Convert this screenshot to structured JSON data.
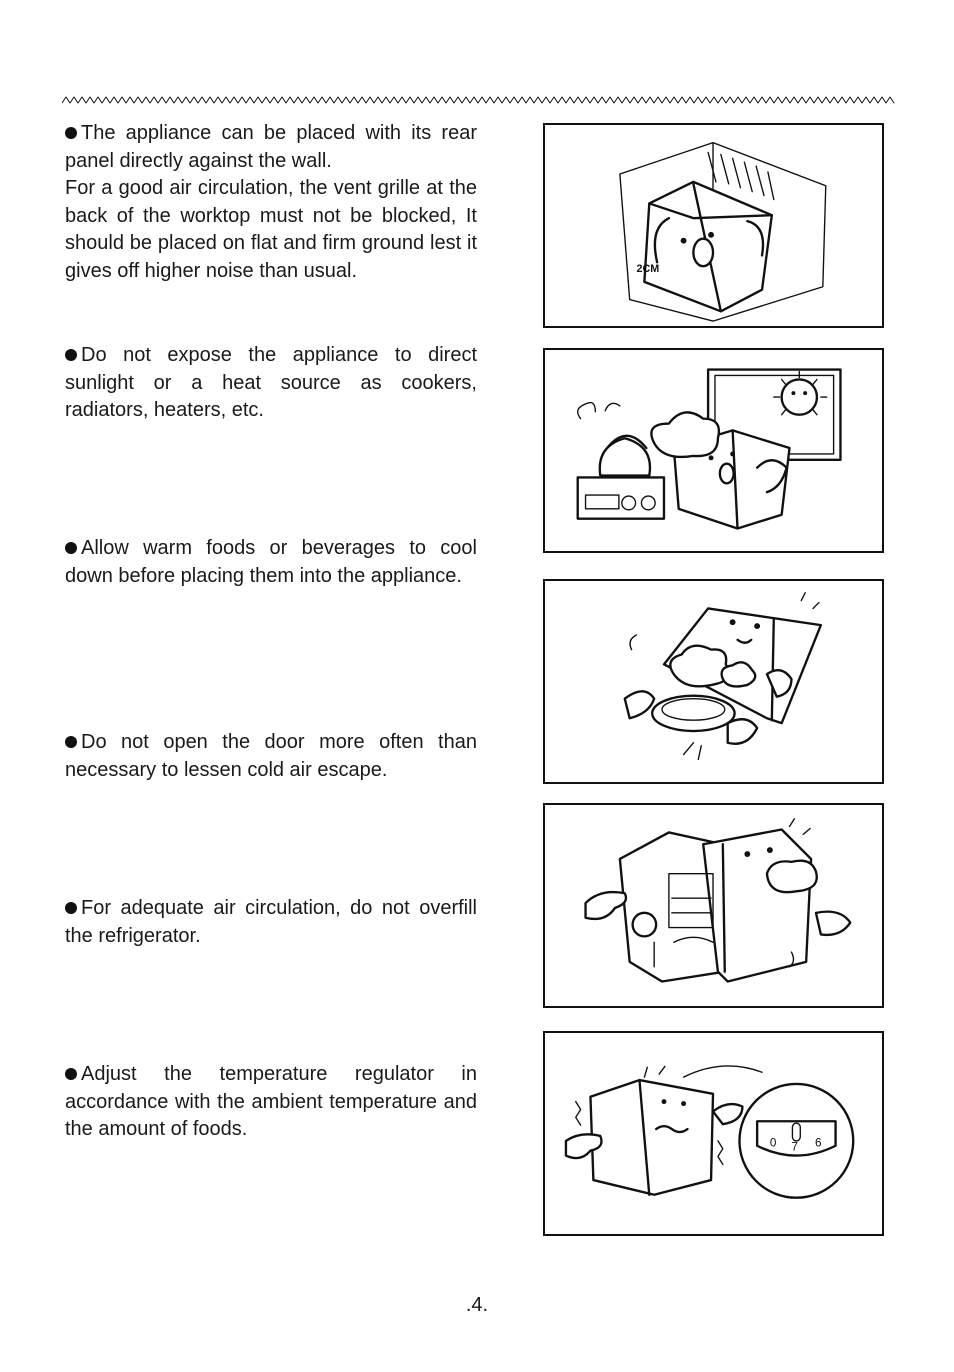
{
  "instructions": [
    {
      "lines": [
        "The appliance can be placed with its rear panel directly against the wall."
      ],
      "extra": "For a good air circulation, the vent grille at the back of the worktop must not be blocked, It should be placed on flat and firm ground lest it gives off higher noise than usual."
    },
    {
      "lines": [
        "Do not expose the appliance to direct sunlight or a heat source as cookers, radiators, heaters, etc."
      ]
    },
    {
      "lines": [
        "Allow warm foods or beverages to cool down before placing them into the appliance."
      ]
    },
    {
      "lines": [
        "Do not open the door more often than necessary to lessen cold air escape."
      ]
    },
    {
      "lines": [
        "For adequate air circulation, do not overfill the refrigerator."
      ]
    },
    {
      "lines": [
        "Adjust the temperature regulator in accordance with the ambient temperature and the amount of foods."
      ]
    }
  ],
  "illustrations": {
    "wall_clearance_label": "2CM",
    "thermostat_dial": {
      "left": "0",
      "middle": "7",
      "right": "6"
    }
  },
  "page_number": ".4."
}
